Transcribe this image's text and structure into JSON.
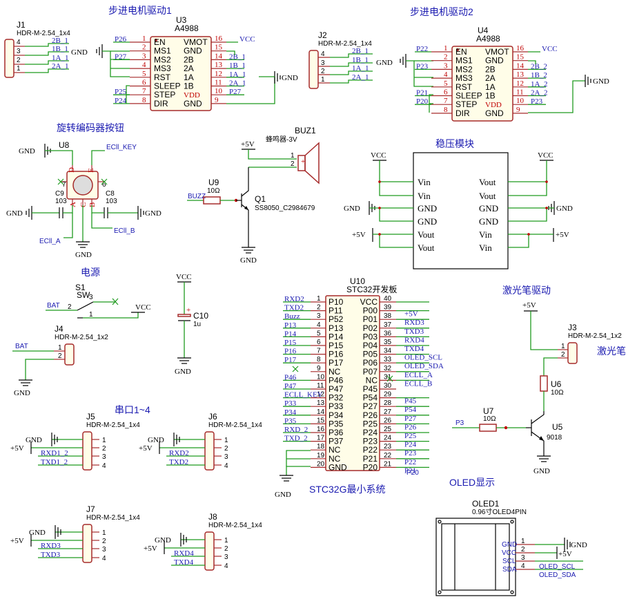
{
  "titles": {
    "stepper1": "步进电机驱动1",
    "stepper2": "步进电机驱动2",
    "encoder": "旋转编码器按钮",
    "regulator": "稳压模块",
    "power": "电源",
    "serial": "串口1~4",
    "laser": "激光笔驱动",
    "stc": "STC32G最小系统",
    "oled": "OLED显示"
  },
  "power_labels": {
    "gnd": "GND",
    "vcc": "VCC",
    "p5v": "+5V"
  },
  "connectors": {
    "j1": {
      "ref": "J1",
      "part": "HDR-M-2.54_1x4",
      "nets": [
        "2B_1",
        "1B_1",
        "1A_1",
        "2A_1"
      ],
      "pins": [
        "4",
        "3",
        "2",
        "1"
      ]
    },
    "j2": {
      "ref": "J2",
      "part": "HDR-M-2.54_1x4",
      "nets": [
        "2B_1",
        "1B_1",
        "1A_1",
        "2A_1"
      ],
      "pins": [
        "4",
        "3",
        "2",
        "1"
      ]
    },
    "j3": {
      "ref": "J3",
      "part": "HDR-M-2.54_1x2",
      "pins": [
        "1",
        "2"
      ],
      "label": "激光笔"
    },
    "j4": {
      "ref": "J4",
      "part": "HDR-M-2.54_1x2",
      "pins": [
        "1",
        "2"
      ],
      "net": "BAT"
    },
    "j5": {
      "ref": "J5",
      "part": "HDR-M-2.54_1x4",
      "pins": [
        "1",
        "2",
        "3",
        "4"
      ],
      "nets": [
        "RXD1_2",
        "TXD1_2"
      ]
    },
    "j6": {
      "ref": "J6",
      "part": "HDR-M-2.54_1x4",
      "pins": [
        "1",
        "2",
        "3",
        "4"
      ],
      "nets": [
        "RXD2",
        "TXD2"
      ]
    },
    "j7": {
      "ref": "J7",
      "part": "HDR-M-2.54_1x4",
      "pins": [
        "1",
        "2",
        "3",
        "4"
      ],
      "nets": [
        "RXD3",
        "TXD3"
      ]
    },
    "j8": {
      "ref": "J8",
      "part": "HDR-M-2.54_1x4",
      "pins": [
        "1",
        "2",
        "3",
        "4"
      ],
      "nets": [
        "RXD4",
        "TXD4"
      ]
    }
  },
  "u3": {
    "ref": "U3",
    "part": "A4988",
    "left_pins": [
      {
        "n": "1",
        "name": "EN",
        "net": "P26"
      },
      {
        "n": "2",
        "name": "MS1",
        "net": ""
      },
      {
        "n": "3",
        "name": "MS2",
        "net": "P27"
      },
      {
        "n": "4",
        "name": "MS3",
        "net": ""
      },
      {
        "n": "5",
        "name": "RST",
        "net": ""
      },
      {
        "n": "6",
        "name": "SLEEP",
        "net": ""
      },
      {
        "n": "7",
        "name": "STEP",
        "net": "P25"
      },
      {
        "n": "8",
        "name": "DIR",
        "net": "P24"
      }
    ],
    "right_pins": [
      {
        "n": "16",
        "name": "VMOT",
        "net": "VCC"
      },
      {
        "n": "15",
        "name": "GND",
        "net": ""
      },
      {
        "n": "14",
        "name": "2B",
        "net": "2B_1"
      },
      {
        "n": "13",
        "name": "2A",
        "net": "1B_1"
      },
      {
        "n": "12",
        "name": "1A",
        "net": "1A_1"
      },
      {
        "n": "11",
        "name": "1B",
        "net": "2A_1"
      },
      {
        "n": "10",
        "name": "VDD",
        "net": "P27"
      },
      {
        "n": "9",
        "name": "GND",
        "net": ""
      }
    ]
  },
  "u4": {
    "ref": "U4",
    "part": "A4988",
    "left_pins": [
      {
        "n": "1",
        "name": "EN",
        "net": "P22"
      },
      {
        "n": "2",
        "name": "MS1",
        "net": ""
      },
      {
        "n": "3",
        "name": "MS2",
        "net": "P23"
      },
      {
        "n": "4",
        "name": "MS3",
        "net": ""
      },
      {
        "n": "5",
        "name": "RST",
        "net": ""
      },
      {
        "n": "6",
        "name": "SLEEP",
        "net": "P21"
      },
      {
        "n": "7",
        "name": "STEP",
        "net": "P20"
      },
      {
        "n": "8",
        "name": "DIR",
        "net": ""
      }
    ],
    "right_pins": [
      {
        "n": "16",
        "name": "VMOT",
        "net": "VCC"
      },
      {
        "n": "15",
        "name": "GND",
        "net": ""
      },
      {
        "n": "14",
        "name": "2B",
        "net": "2B_2"
      },
      {
        "n": "13",
        "name": "2A",
        "net": "1B_2"
      },
      {
        "n": "12",
        "name": "1A",
        "net": "1A_2"
      },
      {
        "n": "11",
        "name": "1B",
        "net": "2A_2"
      },
      {
        "n": "10",
        "name": "VDD",
        "net": "P23"
      },
      {
        "n": "9",
        "name": "GND",
        "net": ""
      }
    ]
  },
  "encoder": {
    "ref": "U8",
    "net_key": "ECll_KEY",
    "net_a": "ECll_A",
    "net_b": "ECll_B",
    "c9": "C9",
    "c9v": "103",
    "c8": "C8",
    "c8v": "103",
    "pin_a": "A",
    "pin_b": "B",
    "pin_c": "C",
    "pin_d": "D",
    "pin_e": "E",
    "pin_7": "7",
    "pin_6": "6"
  },
  "buzzer": {
    "ref": "BUZ1",
    "part": "蜂鸣器-3V",
    "pin1": "1",
    "pin2": "2",
    "plus": "+"
  },
  "q1": {
    "ref": "Q1",
    "part": "SS8050_C2984679",
    "r": "U9",
    "rv": "10Ω",
    "net": "BUZZ"
  },
  "regulator": {
    "left": [
      "Vin",
      "Vin",
      "GND",
      "GND",
      "Vout",
      "Vout"
    ],
    "right": [
      "Vout",
      "Vout",
      "GND",
      "GND",
      "Vin",
      "Vin"
    ]
  },
  "power": {
    "s1": "S1",
    "sw": "SW",
    "p2": "2",
    "p3": "3",
    "p1": "1",
    "bat": "BAT",
    "c10": "C10",
    "c10v": "1u",
    "plus": "+"
  },
  "laser": {
    "u6": "U6",
    "u6v": "10Ω",
    "u7": "U7",
    "u7v": "10Ω",
    "u5": "U5",
    "u5v": "9018",
    "net": "P3"
  },
  "u10": {
    "ref": "U10",
    "part": "STC32开发板",
    "left": [
      {
        "n": "1",
        "name": "P10",
        "net": "RXD2"
      },
      {
        "n": "2",
        "name": "P11",
        "net": "TXD2"
      },
      {
        "n": "3",
        "name": "P52",
        "net": "Buzz"
      },
      {
        "n": "4",
        "name": "P13",
        "net": "P13"
      },
      {
        "n": "5",
        "name": "P14",
        "net": "P14"
      },
      {
        "n": "6",
        "name": "P15",
        "net": "P15"
      },
      {
        "n": "7",
        "name": "P16",
        "net": "P16"
      },
      {
        "n": "8",
        "name": "P17",
        "net": "P17"
      },
      {
        "n": "9",
        "name": "NC",
        "net": ""
      },
      {
        "n": "10",
        "name": "P46",
        "net": "P46"
      },
      {
        "n": "11",
        "name": "P47",
        "net": "P47"
      },
      {
        "n": "12",
        "name": "P32",
        "net": "ECLL_KEY"
      },
      {
        "n": "13",
        "name": "P33",
        "net": "P33"
      },
      {
        "n": "14",
        "name": "P34",
        "net": "P34"
      },
      {
        "n": "15",
        "name": "P35",
        "net": "P35"
      },
      {
        "n": "16",
        "name": "P36",
        "net": "RXD_2"
      },
      {
        "n": "17",
        "name": "P37",
        "net": "TXD_2"
      },
      {
        "n": "18",
        "name": "NC",
        "net": ""
      },
      {
        "n": "19",
        "name": "NC",
        "net": ""
      },
      {
        "n": "20",
        "name": "GND",
        "net": ""
      }
    ],
    "right": [
      {
        "n": "40",
        "name": "VCC",
        "net": ""
      },
      {
        "n": "39",
        "name": "P00",
        "net": "+5V"
      },
      {
        "n": "38",
        "name": "P01",
        "net": "RXD3"
      },
      {
        "n": "37",
        "name": "P02",
        "net": "TXD3"
      },
      {
        "n": "36",
        "name": "P03",
        "net": "RXD4"
      },
      {
        "n": "35",
        "name": "P04",
        "net": "TXD4"
      },
      {
        "n": "34",
        "name": "P05",
        "net": "OLED_SCL"
      },
      {
        "n": "33",
        "name": "P06",
        "net": "OLED_SDA"
      },
      {
        "n": "32",
        "name": "P07",
        "net": "ECLL_A"
      },
      {
        "n": "31",
        "name": "NC",
        "net": "ECLL_B"
      },
      {
        "n": "30",
        "name": "P45",
        "net": ""
      },
      {
        "n": "29",
        "name": "P54",
        "net": "P45"
      },
      {
        "n": "28",
        "name": "P27",
        "net": "P54"
      },
      {
        "n": "27",
        "name": "P26",
        "net": "P27"
      },
      {
        "n": "26",
        "name": "P25",
        "net": "P26"
      },
      {
        "n": "25",
        "name": "P24",
        "net": "P25"
      },
      {
        "n": "24",
        "name": "P23",
        "net": "P24"
      },
      {
        "n": "23",
        "name": "P22",
        "net": "P23"
      },
      {
        "n": "22",
        "name": "P21",
        "net": "P22"
      },
      {
        "n": "21",
        "name": "P20",
        "net": "P21"
      }
    ],
    "last_net": "P20"
  },
  "oled": {
    "ref": "OLED1",
    "part": "0.96寸OLED4PIN",
    "pins": [
      {
        "n": "1",
        "name": "GND"
      },
      {
        "n": "2",
        "name": "VCC"
      },
      {
        "n": "3",
        "name": "SCL"
      },
      {
        "n": "4",
        "name": "SDA"
      }
    ],
    "net_scl": "OLED_SCL",
    "net_sda": "OLED_SDA"
  }
}
